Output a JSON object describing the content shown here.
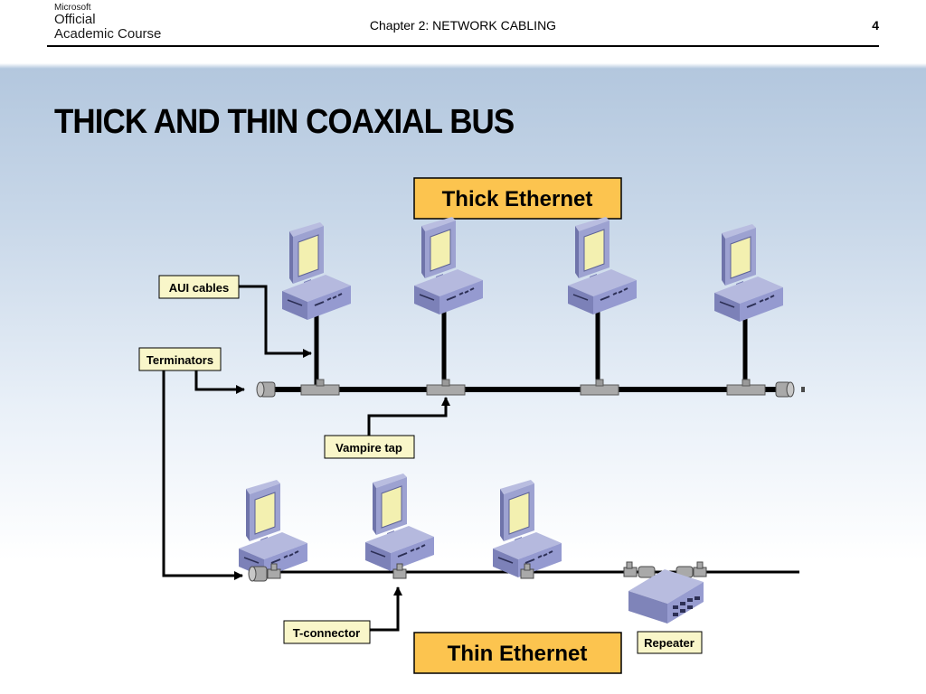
{
  "header": {
    "brand_line1": "Microsoft",
    "brand_line2": "Official",
    "brand_line3": "Academic Course",
    "chapter": "Chapter 2: NETWORK CABLING",
    "page_number": "4"
  },
  "slide": {
    "title": "THICK AND THIN COAXIAL BUS"
  },
  "diagram": {
    "thick_label": "Thick Ethernet",
    "thin_label": "Thin Ethernet",
    "callouts": {
      "aui": "AUI cables",
      "terminators": "Terminators",
      "vampire": "Vampire tap",
      "tconnector": "T-connector",
      "repeater": "Repeater"
    },
    "icons": {
      "workstation": "computer-workstation-icon",
      "repeater": "repeater-device-icon",
      "terminator": "terminator-icon",
      "vampire_tap": "vampire-tap-icon",
      "t_connector": "t-connector-icon"
    },
    "colors": {
      "label_box_fill": "#fcc44f",
      "callout_box_fill": "#f9f6c9",
      "computer_body": "#8e93c5",
      "monitor_screen": "#f3f0b0",
      "cable": "#000000"
    }
  }
}
